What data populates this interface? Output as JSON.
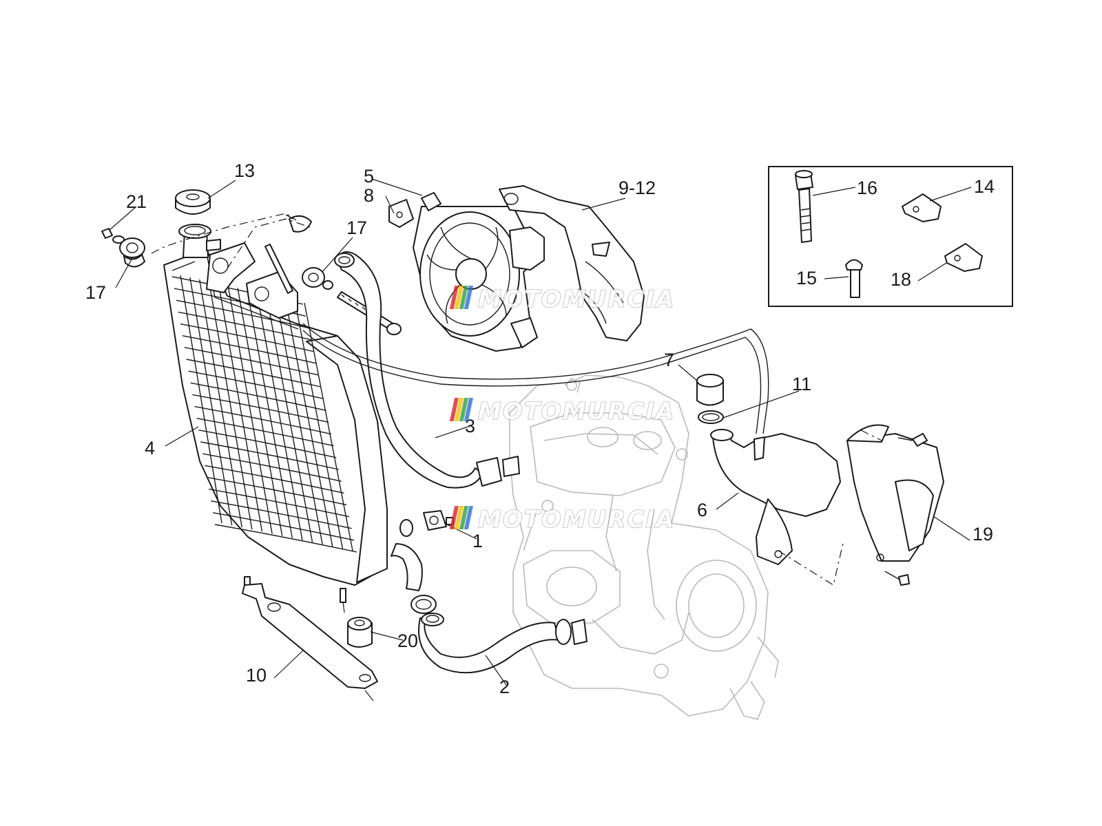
{
  "diagram": {
    "watermark": "MOTOMURCIA",
    "watermark_colors": [
      "#d8262c",
      "#f2c200",
      "#2f9e44",
      "#2a6fd6"
    ],
    "callouts": {
      "c1": "1",
      "c2": "2",
      "c3": "3",
      "c4": "4",
      "c5": "5",
      "c6": "6",
      "c7": "7",
      "c8": "8",
      "c9_12": "9-12",
      "c10": "10",
      "c11": "11",
      "c13": "13",
      "c14": "14",
      "c15": "15",
      "c16": "16",
      "c17a": "17",
      "c17b": "17",
      "c18": "18",
      "c19": "19",
      "c20": "20",
      "c21": "21"
    }
  }
}
